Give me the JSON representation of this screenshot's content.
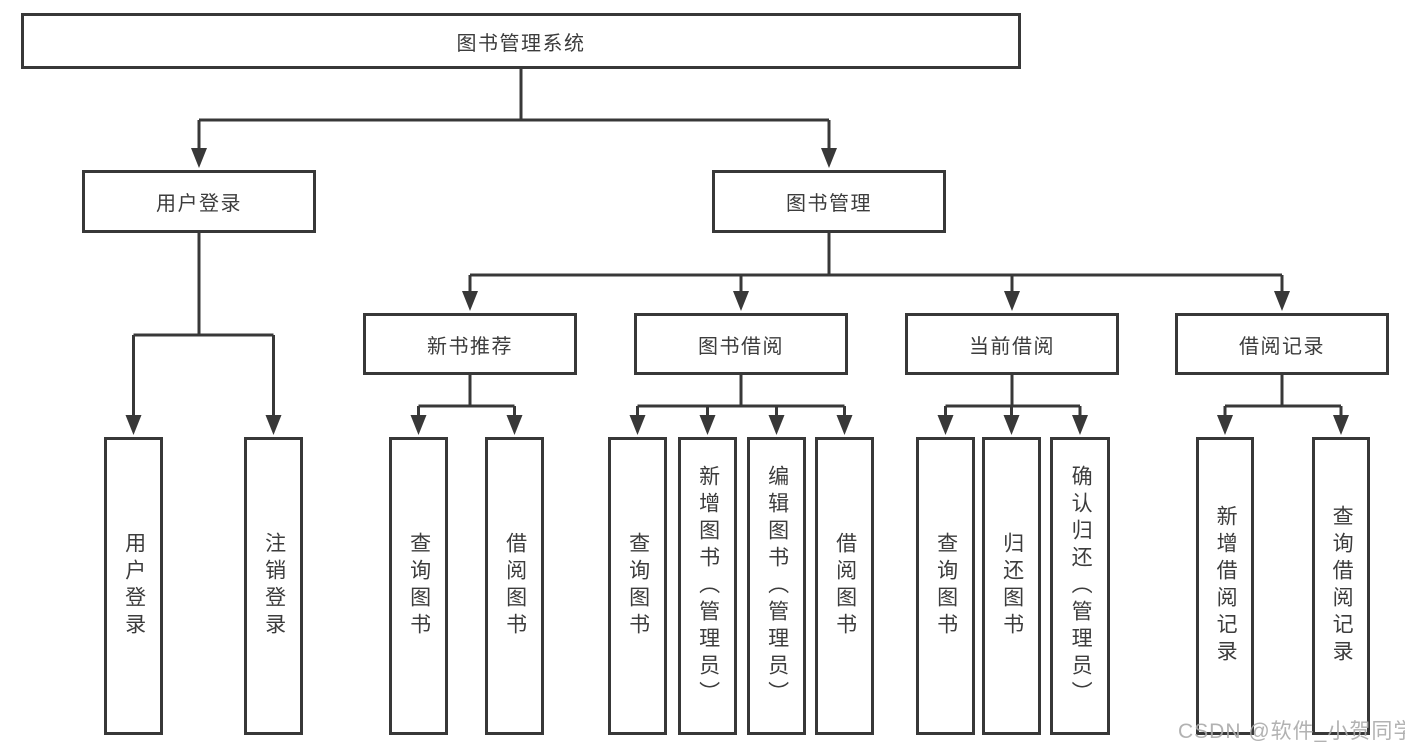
{
  "tree": {
    "root": {
      "label": "图书管理系统",
      "children": [
        {
          "label": "用户登录",
          "children": [
            {
              "label": "用户登录"
            },
            {
              "label": "注销登录"
            }
          ]
        },
        {
          "label": "图书管理",
          "children": [
            {
              "label": "新书推荐",
              "children": [
                {
                  "label": "查询图书"
                },
                {
                  "label": "借阅图书"
                }
              ]
            },
            {
              "label": "图书借阅",
              "children": [
                {
                  "label": "查询图书"
                },
                {
                  "label": "新增图书（管理员）"
                },
                {
                  "label": "编辑图书（管理员）"
                },
                {
                  "label": "借阅图书"
                }
              ]
            },
            {
              "label": "当前借阅",
              "children": [
                {
                  "label": "查询图书"
                },
                {
                  "label": "归还图书"
                },
                {
                  "label": "确认归还（管理员）"
                }
              ]
            },
            {
              "label": "借阅记录",
              "children": [
                {
                  "label": "新增借阅记录"
                },
                {
                  "label": "查询借阅记录"
                }
              ]
            }
          ]
        }
      ]
    }
  },
  "watermark": {
    "text": "CSDN @软件_小贺同学"
  },
  "colors": {
    "line": "#383838",
    "text": "#3c3c3c",
    "box_background": "#ffffff",
    "watermark": "#aaaaaa"
  }
}
